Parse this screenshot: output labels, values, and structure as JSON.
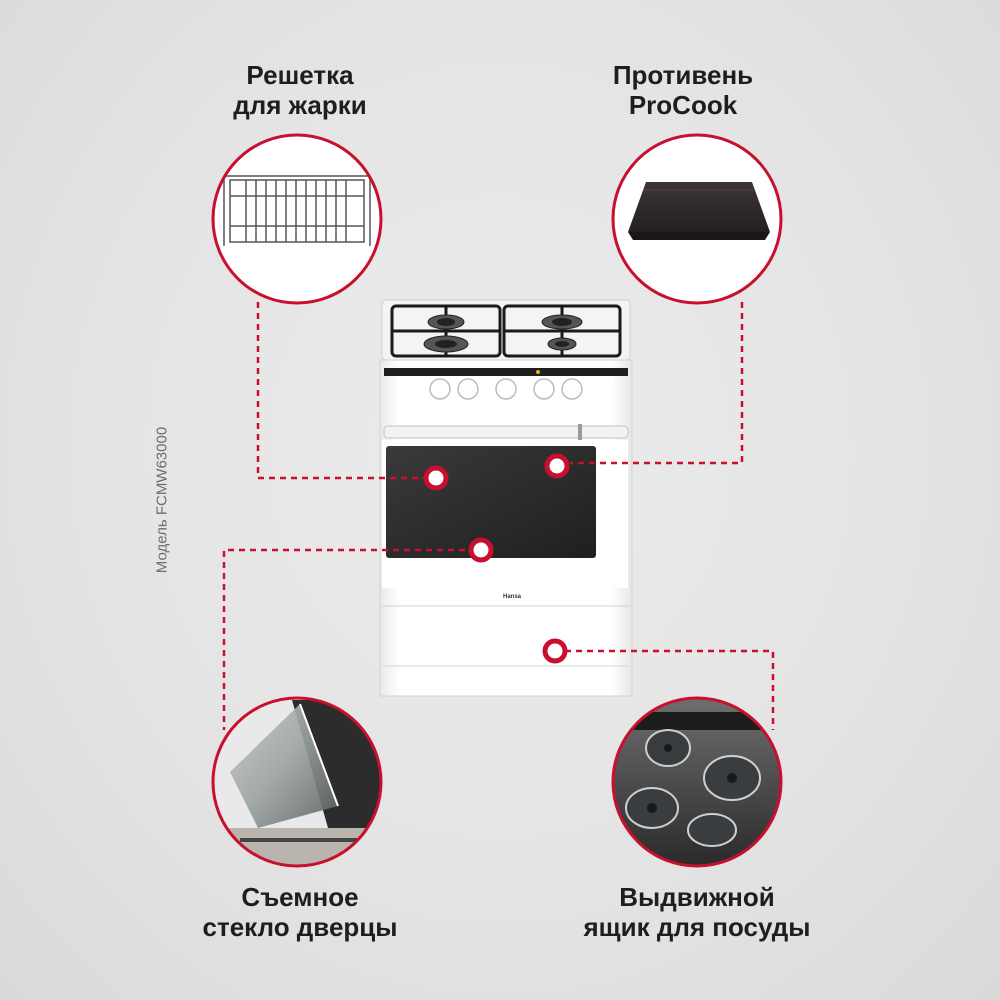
{
  "captions": {
    "grill_rack": {
      "line1": "Решетка",
      "line2": "для жарки"
    },
    "baking_tray": {
      "line1": "Противень",
      "line2": "ProCook"
    },
    "door_glass": {
      "line1": "Съемное",
      "line2": "стекло дверцы"
    },
    "storage_drawer": {
      "line1": "Выдвижной",
      "line2": "ящик для посуды"
    }
  },
  "model_label": "Модель FCMW63000",
  "brand_label": "Hansa",
  "colors": {
    "accent": "#c8102e",
    "caption_text": "#1e1e1e",
    "stove_body": "#fdfdfd",
    "oven_window": "#2b2b2b",
    "tray": "#2f2a2c"
  },
  "icons": {
    "grill_rack": "wire-grill-rack",
    "baking_tray": "dark-baking-tray",
    "door_glass": "open-oven-door-glass",
    "storage_drawer": "drawer-with-pans"
  }
}
